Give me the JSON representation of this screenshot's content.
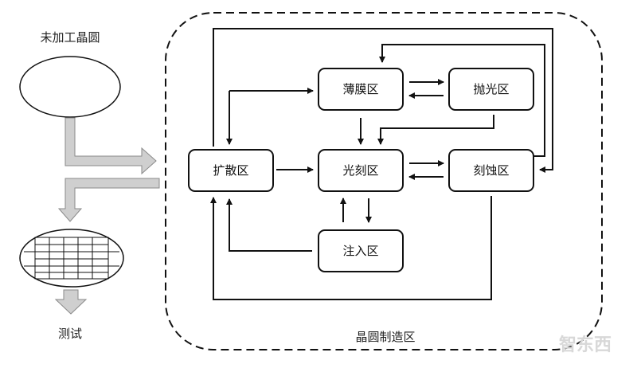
{
  "labels": {
    "raw_wafer": "未加工晶圆",
    "test": "测试",
    "fab_area": "晶圆制造区",
    "watermark": "智东西"
  },
  "nodes": {
    "diffusion": "扩散区",
    "thin_film": "薄膜区",
    "polish": "抛光区",
    "photo": "光刻区",
    "etch": "刻蚀区",
    "implant": "注入区"
  },
  "colors": {
    "line": "#111111",
    "flow_arrow_fill": "#cfcfcf",
    "flow_arrow_stroke": "#8a8a8a"
  }
}
